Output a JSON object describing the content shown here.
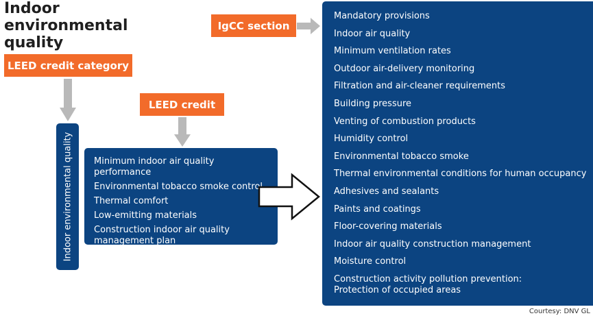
{
  "title": "Indoor environmental quality",
  "labels": {
    "igcc_section": "IgCC section",
    "leed_credit_category": "LEED credit category",
    "leed_credit": "LEED credit"
  },
  "category": "Indoor environmental quality",
  "leed_credits": [
    "Minimum indoor air quality performance",
    "Environmental tobacco smoke control",
    "Thermal comfort",
    "Low-emitting materials",
    "Construction indoor air quality management plan"
  ],
  "igcc_sections": [
    "Mandatory provisions",
    "Indoor air quality",
    "Minimum ventilation rates",
    "Outdoor air-delivery monitoring",
    "Filtration and air-cleaner requirements",
    "Building pressure",
    "Venting of combustion products",
    "Humidity control",
    "Environmental tobacco smoke",
    "Thermal environmental conditions for human occupancy",
    "Adhesives and sealants",
    "Paints and coatings",
    "Floor-covering materials",
    "Indoor air quality construction management",
    "Moisture control",
    "Construction activity pollution prevention: Protection of occupied areas"
  ],
  "courtesy": "Courtesy: DNV GL",
  "colors": {
    "orange": "#f26b2a",
    "navy": "#0c4481",
    "arrow_gray": "#b9b9b9"
  }
}
